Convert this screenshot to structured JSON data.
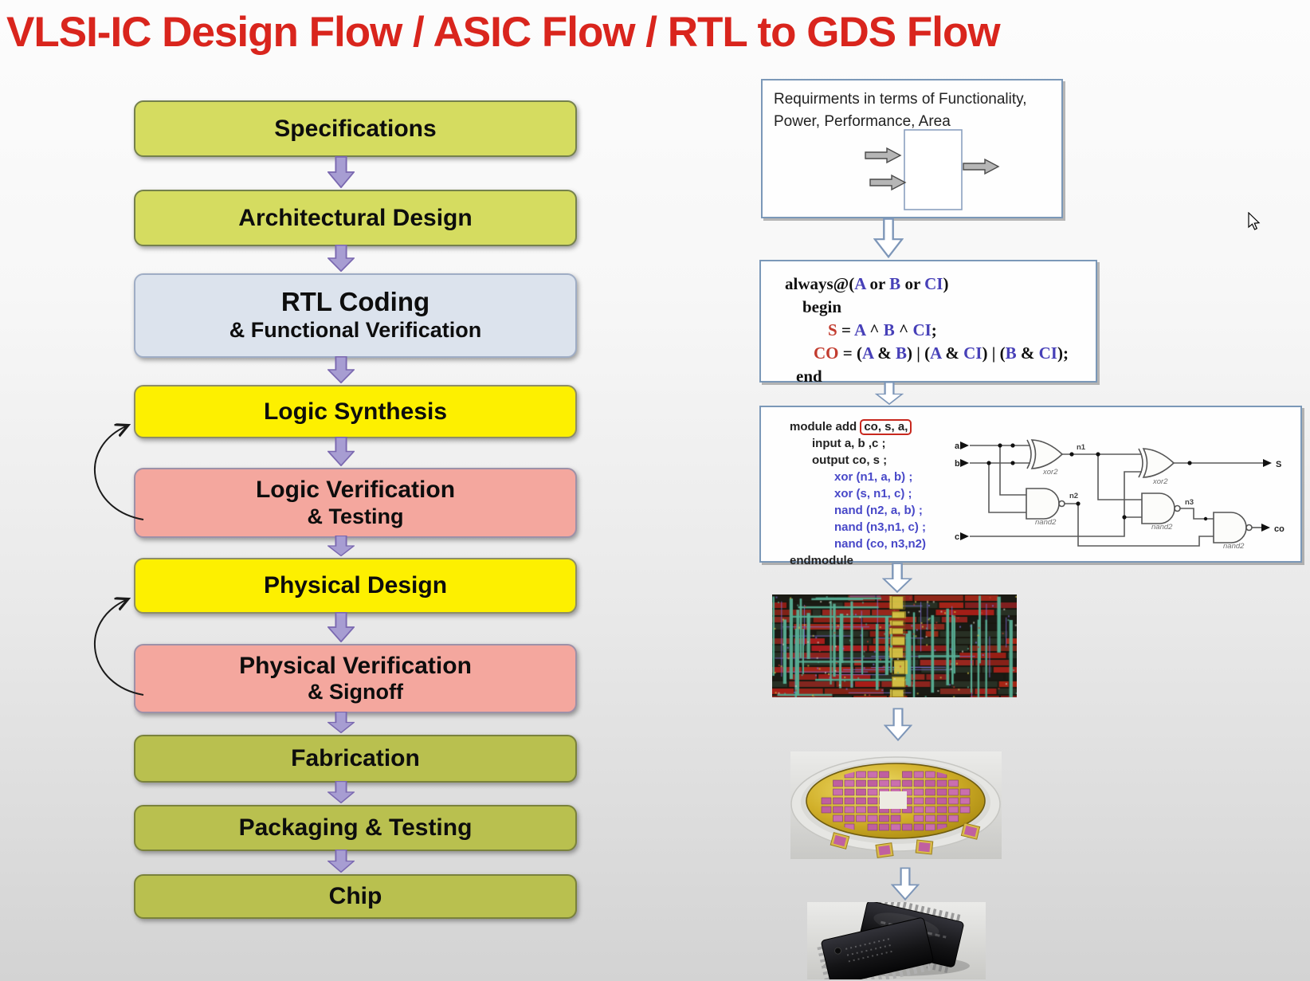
{
  "title": "VLSI-IC Design Flow / ASIC Flow / RTL to GDS Flow",
  "colors": {
    "title_red": "#d9251d",
    "box_green": "#d5dc60",
    "box_blue_gray": "#dce3ed",
    "box_yellow": "#fdf000",
    "box_pink": "#f4a79e",
    "box_olive": "#b9c04f",
    "flow_arrow_purple": "#a79dd2",
    "code_variable_blue": "#4740b8",
    "code_output_red": "#c23b2e",
    "annotation_red": "#c8281e"
  },
  "flowchart": {
    "steps": [
      {
        "line1": "Specifications"
      },
      {
        "line1": "Architectural Design"
      },
      {
        "line1": "RTL Coding",
        "line2": "& Functional Verification"
      },
      {
        "line1": "Logic Synthesis"
      },
      {
        "line1": "Logic Verification",
        "line2": "& Testing"
      },
      {
        "line1": "Physical Design"
      },
      {
        "line1": "Physical Verification",
        "line2": "&  Signoff"
      },
      {
        "line1": "Fabrication"
      },
      {
        "line1": "Packaging & Testing"
      },
      {
        "line1": "Chip"
      }
    ]
  },
  "requirements_box": {
    "line1": "Requirments  in terms of  Functionality,",
    "line2": "Power, Performance, Area"
  },
  "always_code": {
    "l1": {
      "kw": "always@(",
      "a": "A",
      "o1": " or ",
      "b": "B",
      "o2": " or ",
      "ci": "CI",
      "close": ")"
    },
    "l2": "begin",
    "l3": {
      "s": "S",
      "t1": " = ",
      "a": "A",
      "t2": " ^ ",
      "b": "B",
      "t3": " ^ ",
      "ci": "CI",
      "t4": ";"
    },
    "l4": {
      "co": "CO",
      "t1": " = (",
      "a1": "A",
      "t2": " & ",
      "b1": "B",
      "t3": ") | (",
      "a2": "A",
      "t4": " & ",
      "ci1": "CI",
      "t5": ") | (",
      "b2": "B",
      "t6": " & ",
      "ci2": "CI",
      "t7": ");"
    },
    "l5": "end"
  },
  "module_code": {
    "l1a": "module add ",
    "l1b": "co, s, a,",
    "l2": "input a, b ,c ;",
    "l3": "output co, s ;",
    "l4": "xor (n1, a, b) ;",
    "l5": "xor (s, n1, c) ;",
    "l6": "nand (n2, a, b) ;",
    "l7": "nand (n3,n1, c) ;",
    "l8": "nand (co, n3,n2)",
    "l9": "endmodule"
  },
  "circuit": {
    "input_a": "a",
    "input_b": "b",
    "input_c": "c",
    "output_s": "S",
    "output_co": "co",
    "wire_n1": "n1",
    "wire_n2": "n2",
    "wire_n3": "n3",
    "gate_xor_1": "xor2",
    "gate_xor_2": "xor2",
    "gate_nand_1": "nand2",
    "gate_nand_2": "nand2",
    "gate_nand_3": "nand2"
  }
}
